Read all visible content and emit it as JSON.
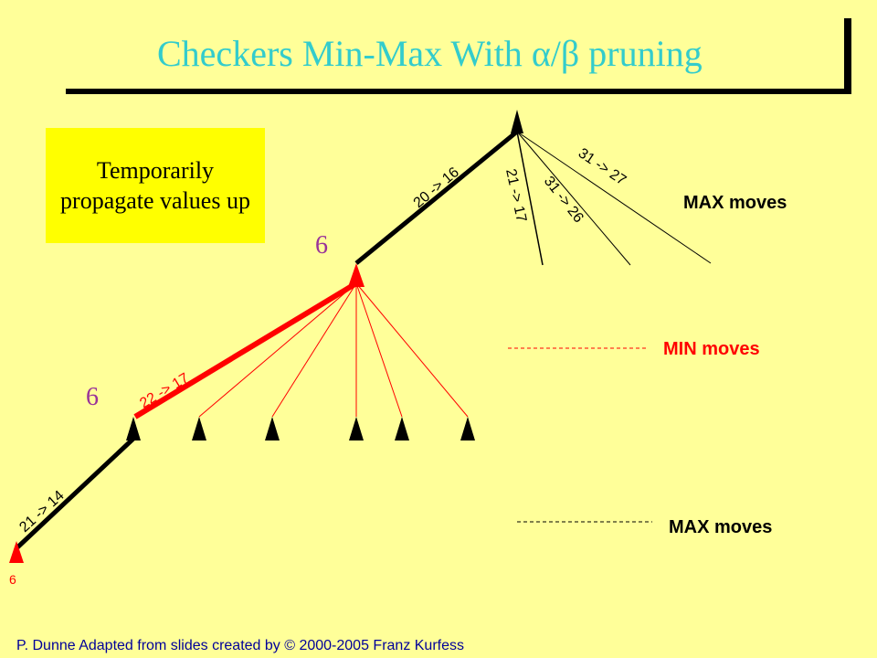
{
  "title": {
    "prefix": "Checkers Min-Max With ",
    "alpha": "α",
    "slash": "/",
    "beta": "β",
    "suffix": " pruning"
  },
  "note": "Temporarily propagate values up",
  "levels": {
    "max_top": "MAX moves",
    "min": "MIN moves",
    "max_bottom": "MAX moves"
  },
  "moves": {
    "m20_16": "20 -> 16",
    "m21_17": "21 -> 17",
    "m31_26": "31 -> 26",
    "m31_27": "31 -> 27",
    "m22_17": "22 -> 17",
    "m21_14": "21 -> 14"
  },
  "values": {
    "min_node": "6",
    "max_node": "6",
    "leaf": "6"
  },
  "footer": "P. Dunne  Adapted from slides created by © 2000-2005 Franz Kurfess",
  "colors": {
    "title": "#33cccc",
    "highlight": "#ff0000",
    "value": "#993399",
    "min_label": "#ff0000",
    "note_bg": "#ffff00",
    "footer": "#000099"
  }
}
